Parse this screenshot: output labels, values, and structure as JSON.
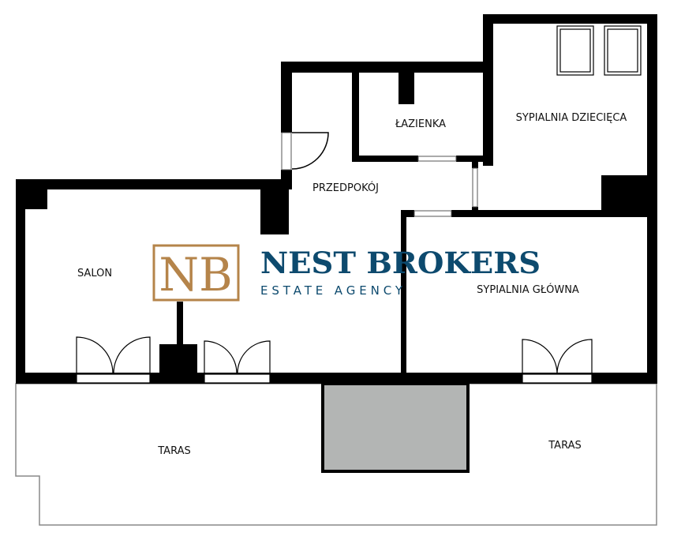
{
  "rooms": {
    "salon": "SALON",
    "przedpokoj": "PRZEDPOKÓJ",
    "lazienka": "ŁAZIENKA",
    "sypialnia_dziecieca": "SYPIALNIA DZIECIĘCA",
    "sypialnia_glowna": "SYPIALNIA GŁÓWNA",
    "taras_left": "TARAS",
    "taras_right": "TARAS"
  },
  "logo": {
    "monogram": "NB",
    "name": "NEST BROKERS",
    "tagline": "ESTATE AGENCY"
  },
  "colors": {
    "wall": "#000000",
    "logo_gold": "#b5844a",
    "logo_blue": "#0d4a6e",
    "void_fill": "#b3b5b4",
    "terrace_outline": "#888888"
  }
}
